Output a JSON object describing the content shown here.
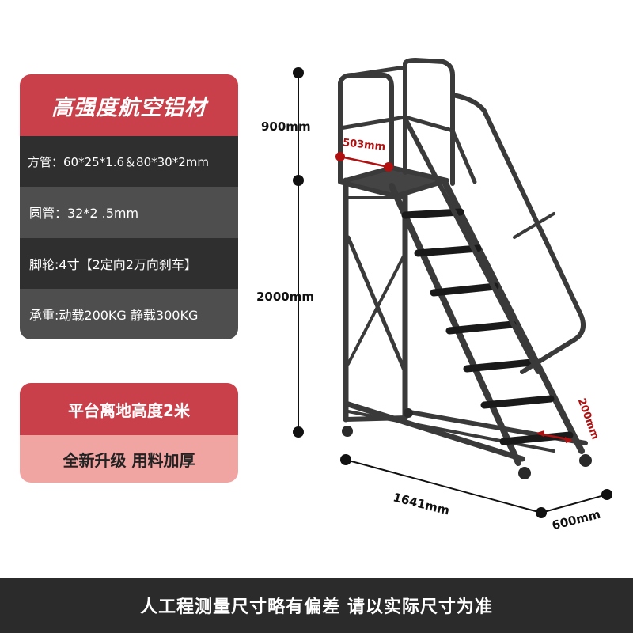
{
  "specs": {
    "title": "高强度航空铝材",
    "rows": [
      "方管：60*25*1.6＆80*30*2mm",
      "圆管：32*2 .5mm",
      "脚轮:4寸【2定向2万向刹车】",
      "承重:动载200KG 静载300KG"
    ]
  },
  "promo": {
    "line1": "平台离地高度2米",
    "line2": "全新升级 用料加厚"
  },
  "dimensions": {
    "handrail_height": "900mm",
    "platform_height": "2000mm",
    "platform_width": "503mm",
    "step_depth": "200mm",
    "base_length": "1641mm",
    "base_width": "600mm"
  },
  "footer": "人工程测量尺寸略有偏差  请以实际尺寸为准",
  "colors": {
    "accent_red": "#c9404a",
    "light_pink": "#f0a5a3",
    "dark_gray": "#2f2f2f",
    "mid_gray": "#4e4e4e",
    "dimension_red": "#b01010",
    "footer_bg": "#2b2b2b"
  }
}
